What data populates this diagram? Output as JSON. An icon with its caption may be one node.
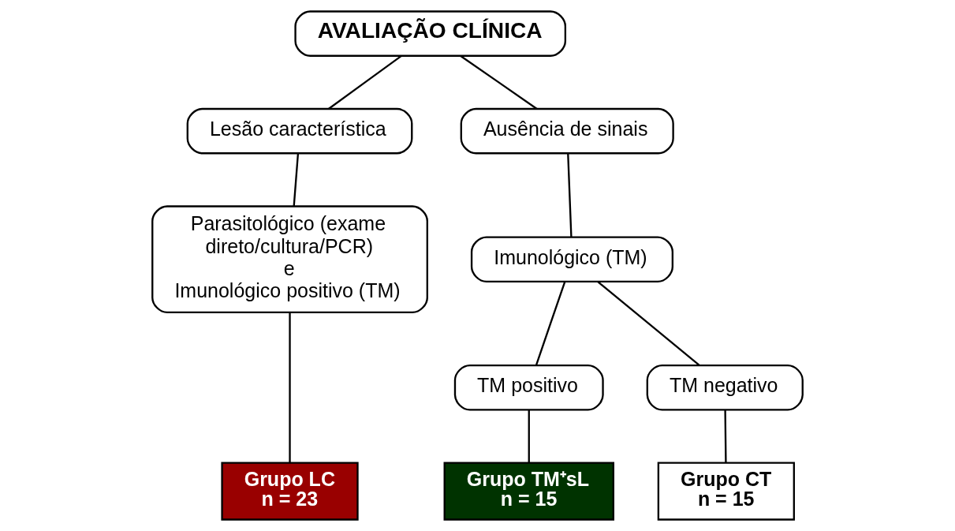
{
  "diagram": {
    "nodes": [
      {
        "text": [
          "AVALIAÇÃO CLÍNICA"
        ]
      },
      {
        "text": [
          "Lesão característica"
        ]
      },
      {
        "text": [
          "Ausência de sinais"
        ]
      },
      {
        "text": [
          "Parasitológico (exame direto/cultura/PCR)",
          "e",
          "Imunológico positivo (TM)"
        ]
      },
      {
        "text": [
          "Imunológico (TM)"
        ]
      },
      {
        "text": [
          "TM positivo"
        ]
      },
      {
        "text": [
          "TM negativo"
        ]
      },
      {
        "text": [
          "Grupo LC",
          "n = 23"
        ]
      },
      {
        "text": [
          "Grupo TM⁺sL",
          "n = 15"
        ]
      },
      {
        "text": [
          "Grupo CT",
          "n = 15"
        ]
      }
    ],
    "edges": [
      {
        "from": 0,
        "to": 1,
        "arrow": "none"
      },
      {
        "from": 0,
        "to": 2,
        "arrow": "none"
      },
      {
        "from": 1,
        "to": 3,
        "arrow": "none"
      },
      {
        "from": 2,
        "to": 4,
        "arrow": "none"
      },
      {
        "from": 4,
        "to": 5,
        "arrow": "none"
      },
      {
        "from": 4,
        "to": 6,
        "arrow": "none"
      },
      {
        "from": 3,
        "to": 7,
        "arrow": "none"
      },
      {
        "from": 5,
        "to": 8,
        "arrow": "none"
      },
      {
        "from": 6,
        "to": 9,
        "arrow": "none"
      }
    ]
  }
}
